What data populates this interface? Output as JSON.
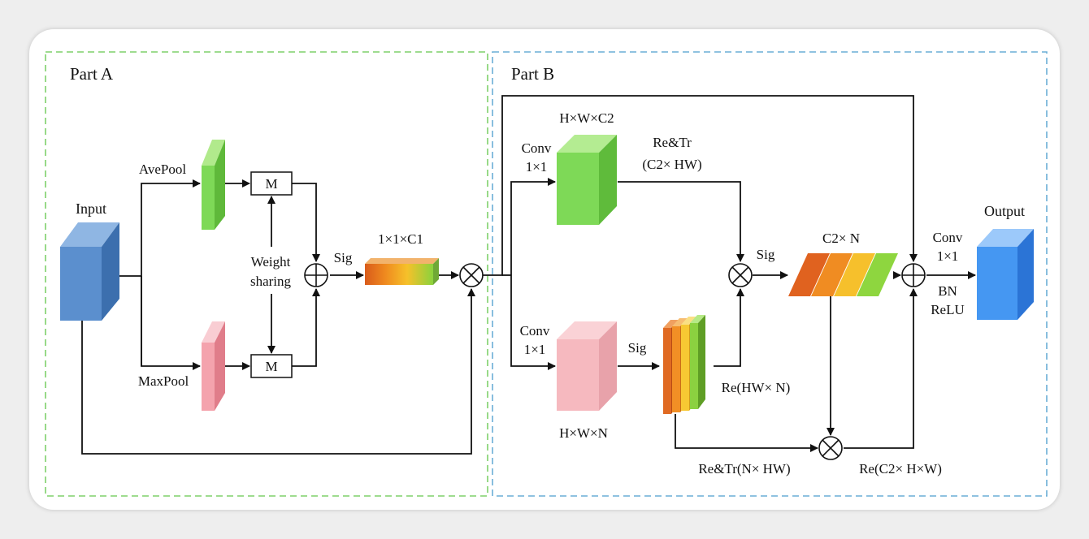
{
  "colors": {
    "part_a_border": "#7fd06a",
    "part_b_border": "#6aaed6",
    "input_block": "#4f86c8",
    "output_block": "#3f90f0",
    "green_block": "#7ed957",
    "pink_block": "#f4a3ad",
    "feature_gradient": [
      "#d95b1b",
      "#ef8a1f",
      "#f6c12a",
      "#8ad23d"
    ]
  },
  "part_a": {
    "title": "Part A",
    "input_label": "Input",
    "avepool_label": "AvePool",
    "maxpool_label": "MaxPool",
    "m_top": "M",
    "m_bottom": "M",
    "weight_label": "Weight",
    "sharing_label": "sharing",
    "sig_label": "Sig",
    "channel_label": "1×1×C1"
  },
  "part_b": {
    "title": "Part B",
    "top_dims": "H×W×C2",
    "conv_top_1": "Conv",
    "conv_top_2": "1×1",
    "retr_top_1": "Re&Tr",
    "retr_top_2": "(C2× HW)",
    "conv_bot_1": "Conv",
    "conv_bot_2": "1×1",
    "sig_bottom": "Sig",
    "bottom_dims": "H×W×N",
    "re_hwn": "Re(HW× N)",
    "sig_mid": "Sig",
    "c2n_label": "C2× N",
    "retr_bottom": "Re&Tr(N× HW)",
    "re_c2hw": "Re(C2× H×W)",
    "conv_out_1": "Conv",
    "conv_out_2": "1×1",
    "bn_label": "BN",
    "relu_label": "ReLU",
    "output_label": "Output"
  }
}
